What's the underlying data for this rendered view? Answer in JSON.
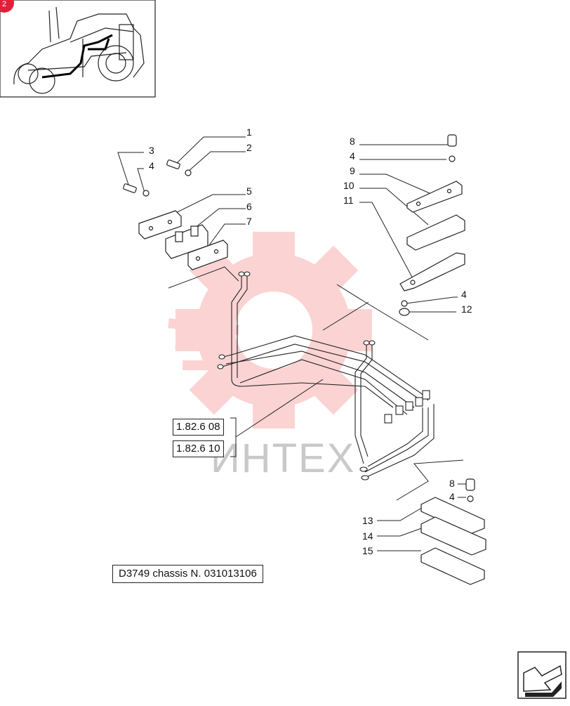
{
  "badge": {
    "number": "2",
    "color": "#e0203a"
  },
  "watermark": {
    "text": "ИНТЕХ",
    "color": "#ee3b3b"
  },
  "callouts": {
    "c1": "1",
    "c2": "2",
    "c3": "3",
    "c4a": "4",
    "c5": "5",
    "c6": "6",
    "c7": "7",
    "c8a": "8",
    "c4b": "4",
    "c9": "9",
    "c10": "10",
    "c11": "11",
    "c4c": "4",
    "c12": "12",
    "c8b": "8",
    "c4d": "4",
    "c13": "13",
    "c14": "14",
    "c15": "15"
  },
  "references": {
    "ref1": "1.82.6 08",
    "ref2": "1.82.6 10"
  },
  "chassis_label": "D3749 chassis N. 031013106",
  "icons": {
    "thumbnail": "tractor-thumbnail",
    "nav": "next-page-arrow-icon"
  }
}
